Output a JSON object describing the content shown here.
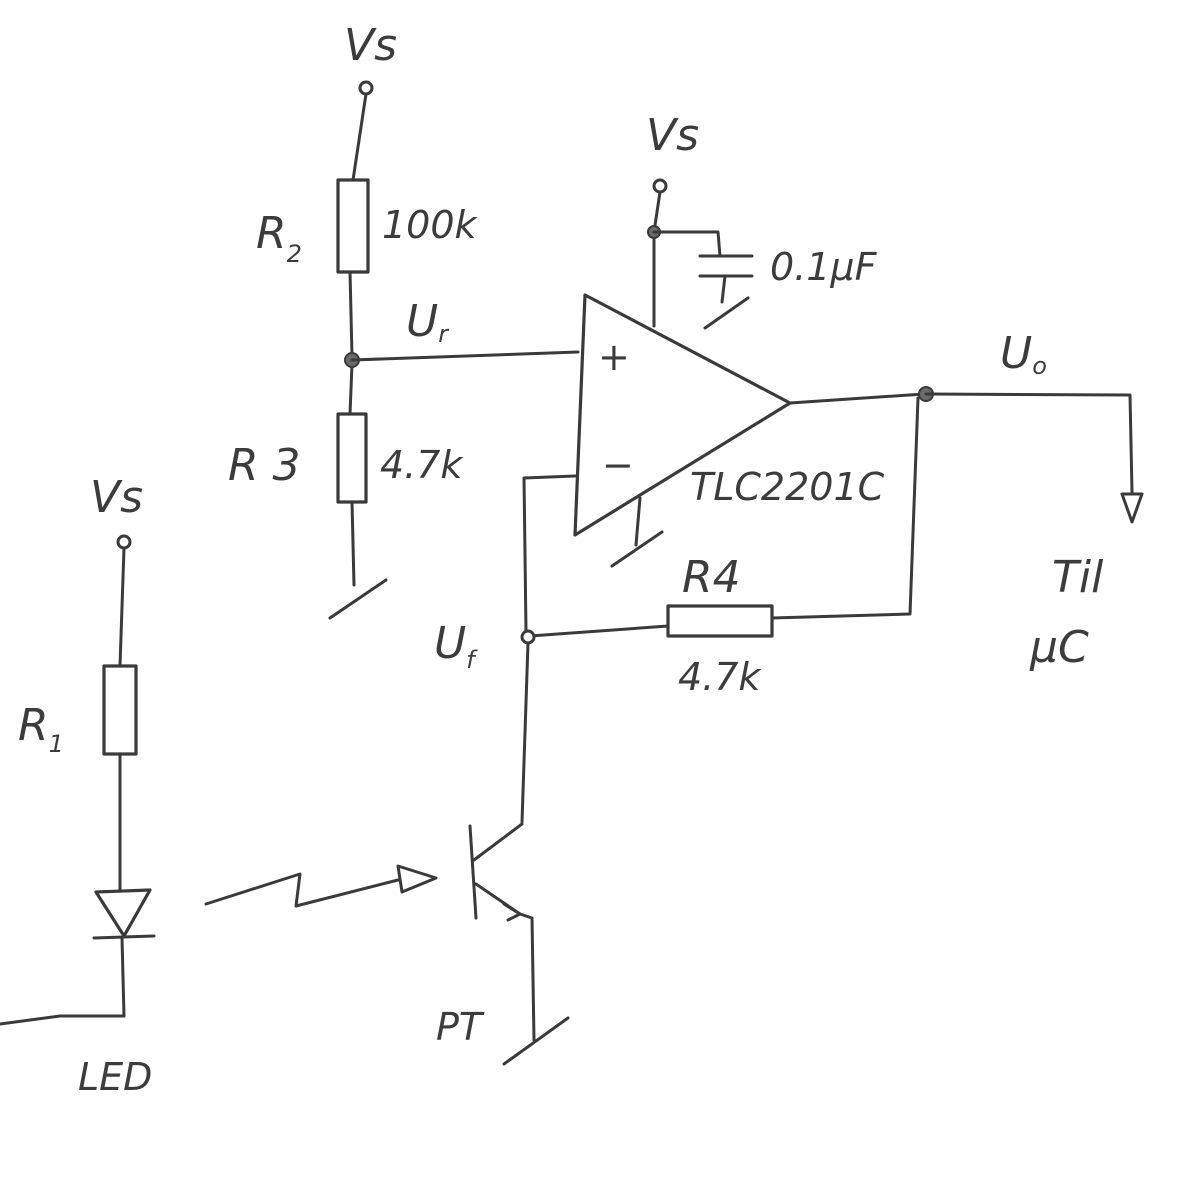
{
  "supplies": {
    "vs_top": "Vs",
    "vs_opamp": "Vs",
    "vs_led": "Vs"
  },
  "resistors": {
    "r1": {
      "name": "R",
      "sub": "1"
    },
    "r2": {
      "name": "R",
      "sub": "2",
      "value": "100k"
    },
    "r3": {
      "name": "R 3",
      "value": "4.7k"
    },
    "r4": {
      "name": "R4",
      "value": "4.7k"
    }
  },
  "capacitor": {
    "value": "0.1μF"
  },
  "opamp": {
    "part": "TLC2201C",
    "plus_sign": "+",
    "minus_sign": "−"
  },
  "nodes": {
    "ur": {
      "name": "U",
      "sub": "r"
    },
    "uf": {
      "name": "U",
      "sub": "f"
    },
    "uo": {
      "name": "U",
      "sub": "o"
    }
  },
  "output": {
    "line1": "Til",
    "line2": "μC"
  },
  "components": {
    "led": "LED",
    "phototransistor": "PT"
  }
}
